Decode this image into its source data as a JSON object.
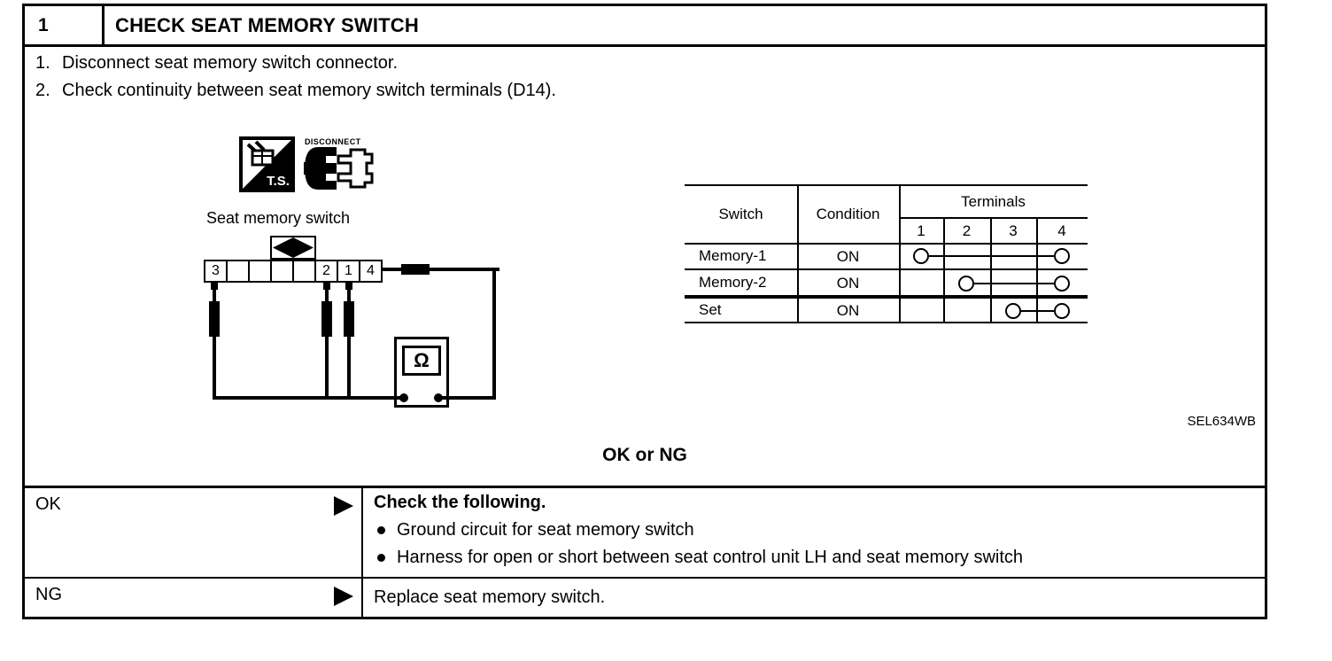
{
  "procedure": {
    "number": "1",
    "title": "CHECK SEAT MEMORY SWITCH",
    "steps": [
      {
        "num": "1.",
        "text": "Disconnect seat memory switch connector."
      },
      {
        "num": "2.",
        "text": "Check continuity between seat memory switch terminals (D14)."
      }
    ]
  },
  "figure": {
    "ts_label": "T.S.",
    "disconnect_label": "DISCONNECT",
    "switch_label": "Seat memory switch",
    "pins": [
      "3",
      "",
      "",
      "",
      "",
      "2",
      "1",
      "4"
    ],
    "ohm_symbol": "Ω",
    "code": "SEL634WB"
  },
  "continuity_table": {
    "header": {
      "switch": "Switch",
      "condition": "Condition",
      "terminals": "Terminals",
      "terminal_numbers": [
        "1",
        "2",
        "3",
        "4"
      ]
    },
    "rows": [
      {
        "switch": "Memory-1",
        "condition": "ON",
        "connected_terminals": [
          1,
          4
        ]
      },
      {
        "switch": "Memory-2",
        "condition": "ON",
        "connected_terminals": [
          2,
          4
        ]
      },
      {
        "switch": "Set",
        "condition": "ON",
        "connected_terminals": [
          3,
          4
        ]
      }
    ]
  },
  "verdict_prompt": "OK or NG",
  "results": [
    {
      "label": "OK",
      "title": "Check the following.",
      "bullets": [
        "Ground circuit for seat memory switch",
        "Harness for open or short between seat control unit LH and seat memory switch"
      ]
    },
    {
      "label": "NG",
      "text": "Replace seat memory switch."
    }
  ]
}
